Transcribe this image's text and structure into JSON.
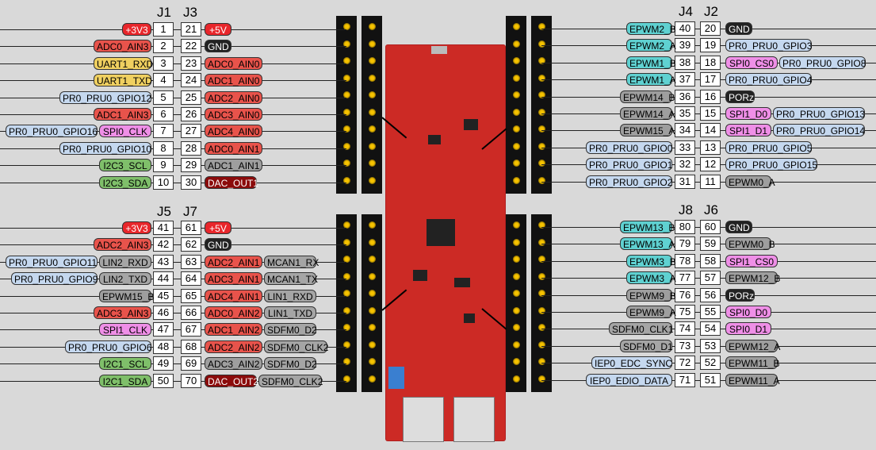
{
  "colors": {
    "power": "#e8262b",
    "gnd": "#222222",
    "adc": "#e8534b",
    "uart": "#f0d060",
    "pru": "#c5d8ef",
    "spi": "#ef8fe7",
    "i2c": "#7fbf6a",
    "dac": "#8b0b0b",
    "epwm_teal": "#5fd1d1",
    "epwm_gray": "#9e9e9e",
    "sdfm": "#a5a5a5",
    "iep": "#c5d8ef",
    "lin": "#a5a5a5",
    "mcan": "#a5a5a5",
    "porz": "#222222",
    "board": "#cc2a25",
    "strip": "#111111",
    "pin_dot": "#f7c400"
  },
  "headers": {
    "j1": "J1",
    "j3": "J3",
    "j4": "J4",
    "j2": "J2",
    "j5": "J5",
    "j7": "J7",
    "j8": "J8",
    "j6": "J6"
  },
  "top_left": [
    {
      "pinA": "1",
      "pinB": "21",
      "left": [
        {
          "t": "+3V3",
          "c": "power"
        }
      ],
      "right": [
        {
          "t": "+5V",
          "c": "power"
        }
      ]
    },
    {
      "pinA": "2",
      "pinB": "22",
      "left": [
        {
          "t": "ADC0_AIN3",
          "c": "adc"
        }
      ],
      "right": [
        {
          "t": "GND",
          "c": "gnd"
        }
      ]
    },
    {
      "pinA": "3",
      "pinB": "23",
      "left": [
        {
          "t": "UART1_RXD",
          "c": "uart"
        }
      ],
      "right": [
        {
          "t": "ADC0_AIN0",
          "c": "adc"
        }
      ]
    },
    {
      "pinA": "4",
      "pinB": "24",
      "left": [
        {
          "t": "UART1_TXD",
          "c": "uart"
        }
      ],
      "right": [
        {
          "t": "ADC1_AIN0",
          "c": "adc"
        }
      ]
    },
    {
      "pinA": "5",
      "pinB": "25",
      "left": [
        {
          "t": "PR0_PRU0_GPIO12",
          "c": "pru"
        }
      ],
      "right": [
        {
          "t": "ADC2_AIN0",
          "c": "adc"
        }
      ]
    },
    {
      "pinA": "6",
      "pinB": "26",
      "left": [
        {
          "t": "ADC1_AIN3",
          "c": "adc"
        }
      ],
      "right": [
        {
          "t": "ADC3_AIN0",
          "c": "adc"
        }
      ]
    },
    {
      "pinA": "7",
      "pinB": "27",
      "left": [
        {
          "t": "PR0_PRU0_GPIO16",
          "c": "pru"
        },
        {
          "t": "SPI0_CLK",
          "c": "spi"
        }
      ],
      "right": [
        {
          "t": "ADC4_AIN0",
          "c": "adc"
        }
      ]
    },
    {
      "pinA": "8",
      "pinB": "28",
      "left": [
        {
          "t": "PR0_PRU0_GPIO10",
          "c": "pru"
        }
      ],
      "right": [
        {
          "t": "ADC0_AIN1",
          "c": "adc"
        }
      ]
    },
    {
      "pinA": "9",
      "pinB": "29",
      "left": [
        {
          "t": "I2C3_SCL",
          "c": "i2c"
        }
      ],
      "right": [
        {
          "t": "ADC1_AIN1",
          "c": "epwm_gray"
        }
      ]
    },
    {
      "pinA": "10",
      "pinB": "30",
      "left": [
        {
          "t": "I2C3_SDA",
          "c": "i2c"
        }
      ],
      "right": [
        {
          "t": "DAC_OUT1",
          "c": "dac"
        }
      ]
    }
  ],
  "bottom_left": [
    {
      "pinA": "41",
      "pinB": "61",
      "left": [
        {
          "t": "+3V3",
          "c": "power"
        }
      ],
      "right": [
        {
          "t": "+5V",
          "c": "power"
        }
      ]
    },
    {
      "pinA": "42",
      "pinB": "62",
      "left": [
        {
          "t": "ADC2_AIN3",
          "c": "adc"
        }
      ],
      "right": [
        {
          "t": "GND",
          "c": "gnd"
        }
      ]
    },
    {
      "pinA": "43",
      "pinB": "63",
      "left": [
        {
          "t": "PR0_PRU0_GPIO11",
          "c": "pru"
        },
        {
          "t": "LIN2_RXD",
          "c": "lin"
        }
      ],
      "right": [
        {
          "t": "ADC2_AIN1",
          "c": "adc"
        },
        {
          "t": "MCAN1_RX",
          "c": "mcan"
        }
      ]
    },
    {
      "pinA": "44",
      "pinB": "64",
      "left": [
        {
          "t": "PR0_PRU0_GPIO9",
          "c": "pru"
        },
        {
          "t": "LIN2_TXD",
          "c": "lin"
        }
      ],
      "right": [
        {
          "t": "ADC3_AIN1",
          "c": "adc"
        },
        {
          "t": "MCAN1_TX",
          "c": "mcan"
        }
      ]
    },
    {
      "pinA": "45",
      "pinB": "65",
      "left": [
        {
          "t": "EPWM15_B",
          "c": "epwm_gray"
        }
      ],
      "right": [
        {
          "t": "ADC4_AIN1",
          "c": "adc"
        },
        {
          "t": "LIN1_RXD",
          "c": "lin"
        }
      ]
    },
    {
      "pinA": "46",
      "pinB": "66",
      "left": [
        {
          "t": "ADC3_AIN3",
          "c": "adc"
        }
      ],
      "right": [
        {
          "t": "ADC0_AIN2",
          "c": "adc"
        },
        {
          "t": "LIN1_TXD",
          "c": "lin"
        }
      ]
    },
    {
      "pinA": "47",
      "pinB": "67",
      "left": [
        {
          "t": "SPI1_CLK",
          "c": "spi"
        }
      ],
      "right": [
        {
          "t": "ADC1_AIN2",
          "c": "adc"
        },
        {
          "t": "SDFM0_D2",
          "c": "sdfm"
        }
      ]
    },
    {
      "pinA": "48",
      "pinB": "68",
      "left": [
        {
          "t": "PR0_PRU0_GPIO6",
          "c": "pru"
        }
      ],
      "right": [
        {
          "t": "ADC2_AIN2",
          "c": "adc"
        },
        {
          "t": "SDFM0_CLK2",
          "c": "sdfm"
        }
      ]
    },
    {
      "pinA": "49",
      "pinB": "69",
      "left": [
        {
          "t": "I2C1_SCL",
          "c": "i2c"
        }
      ],
      "right": [
        {
          "t": "ADC3_AIN2",
          "c": "epwm_gray"
        },
        {
          "t": "SDFM0_D2",
          "c": "sdfm"
        }
      ]
    },
    {
      "pinA": "50",
      "pinB": "70",
      "left": [
        {
          "t": "I2C1_SDA",
          "c": "i2c"
        }
      ],
      "right": [
        {
          "t": "DAC_OUT2",
          "c": "dac"
        },
        {
          "t": "SDFM0_CLK2",
          "c": "sdfm"
        }
      ]
    }
  ],
  "top_right": [
    {
      "pinA": "40",
      "pinB": "20",
      "left": [
        {
          "t": "EPWM2_B",
          "c": "epwm_teal"
        }
      ],
      "right": [
        {
          "t": "GND",
          "c": "gnd"
        }
      ]
    },
    {
      "pinA": "39",
      "pinB": "19",
      "left": [
        {
          "t": "EPWM2_A",
          "c": "epwm_teal"
        }
      ],
      "right": [
        {
          "t": "PR0_PRU0_GPIO3",
          "c": "pru"
        }
      ]
    },
    {
      "pinA": "38",
      "pinB": "18",
      "left": [
        {
          "t": "EPWM1_B",
          "c": "epwm_teal"
        }
      ],
      "right": [
        {
          "t": "SPI0_CS0",
          "c": "spi"
        },
        {
          "t": "PR0_PRU0_GPIO8",
          "c": "pru"
        }
      ]
    },
    {
      "pinA": "37",
      "pinB": "17",
      "left": [
        {
          "t": "EPWM1_A",
          "c": "epwm_teal"
        }
      ],
      "right": [
        {
          "t": "PR0_PRU0_GPIO4",
          "c": "pru"
        }
      ]
    },
    {
      "pinA": "36",
      "pinB": "16",
      "left": [
        {
          "t": "EPWM14_B",
          "c": "epwm_gray"
        }
      ],
      "right": [
        {
          "t": "PORz",
          "c": "porz"
        }
      ]
    },
    {
      "pinA": "35",
      "pinB": "15",
      "left": [
        {
          "t": "EPWM14_A",
          "c": "epwm_gray"
        }
      ],
      "right": [
        {
          "t": "SPI1_D0",
          "c": "spi"
        },
        {
          "t": "PR0_PRU0_GPIO13",
          "c": "pru"
        }
      ]
    },
    {
      "pinA": "34",
      "pinB": "14",
      "left": [
        {
          "t": "EPWM15_A",
          "c": "epwm_gray"
        }
      ],
      "right": [
        {
          "t": "SPI1_D1",
          "c": "spi"
        },
        {
          "t": "PR0_PRU0_GPIO14",
          "c": "pru"
        }
      ]
    },
    {
      "pinA": "33",
      "pinB": "13",
      "left": [
        {
          "t": "PR0_PRU0_GPIO0",
          "c": "pru"
        }
      ],
      "right": [
        {
          "t": "PR0_PRU0_GPIO5",
          "c": "pru"
        }
      ]
    },
    {
      "pinA": "32",
      "pinB": "12",
      "left": [
        {
          "t": "PR0_PRU0_GPIO1",
          "c": "pru"
        }
      ],
      "right": [
        {
          "t": "PR0_PRU0_GPIO15",
          "c": "pru"
        }
      ]
    },
    {
      "pinA": "31",
      "pinB": "11",
      "left": [
        {
          "t": "PR0_PRU0_GPIO2",
          "c": "pru"
        }
      ],
      "right": [
        {
          "t": "EPWM0_A",
          "c": "epwm_gray"
        }
      ]
    }
  ],
  "bottom_right": [
    {
      "pinA": "80",
      "pinB": "60",
      "left": [
        {
          "t": "EPWM13_B",
          "c": "epwm_teal"
        }
      ],
      "right": [
        {
          "t": "GND",
          "c": "gnd"
        }
      ]
    },
    {
      "pinA": "79",
      "pinB": "59",
      "left": [
        {
          "t": "EPWM13_A",
          "c": "epwm_teal"
        }
      ],
      "right": [
        {
          "t": "EPWM0_B",
          "c": "epwm_gray"
        }
      ]
    },
    {
      "pinA": "78",
      "pinB": "58",
      "left": [
        {
          "t": "EPWM3_B",
          "c": "epwm_teal"
        }
      ],
      "right": [
        {
          "t": "SPI1_CS0",
          "c": "spi"
        }
      ]
    },
    {
      "pinA": "77",
      "pinB": "57",
      "left": [
        {
          "t": "EPWM3_A",
          "c": "epwm_teal"
        }
      ],
      "right": [
        {
          "t": "EPWM12_B",
          "c": "epwm_gray"
        }
      ]
    },
    {
      "pinA": "76",
      "pinB": "56",
      "left": [
        {
          "t": "EPWM9_B",
          "c": "epwm_gray"
        }
      ],
      "right": [
        {
          "t": "PORz",
          "c": "porz"
        }
      ]
    },
    {
      "pinA": "75",
      "pinB": "55",
      "left": [
        {
          "t": "EPWM9_A",
          "c": "epwm_gray"
        }
      ],
      "right": [
        {
          "t": "SPI0_D0",
          "c": "spi"
        }
      ]
    },
    {
      "pinA": "74",
      "pinB": "54",
      "left": [
        {
          "t": "SDFM0_CLK1",
          "c": "sdfm"
        }
      ],
      "right": [
        {
          "t": "SPI0_D1",
          "c": "spi"
        }
      ]
    },
    {
      "pinA": "73",
      "pinB": "53",
      "left": [
        {
          "t": "SDFM0_D1",
          "c": "sdfm"
        }
      ],
      "right": [
        {
          "t": "EPWM12_A",
          "c": "epwm_gray"
        }
      ]
    },
    {
      "pinA": "72",
      "pinB": "52",
      "left": [
        {
          "t": "IEP0_EDC_SYNC",
          "c": "iep"
        }
      ],
      "right": [
        {
          "t": "EPWM11_B",
          "c": "epwm_gray"
        }
      ]
    },
    {
      "pinA": "71",
      "pinB": "51",
      "left": [
        {
          "t": "IEP0_EDIO_DATA",
          "c": "iep"
        }
      ],
      "right": [
        {
          "t": "EPWM11_A",
          "c": "epwm_gray"
        }
      ]
    }
  ]
}
